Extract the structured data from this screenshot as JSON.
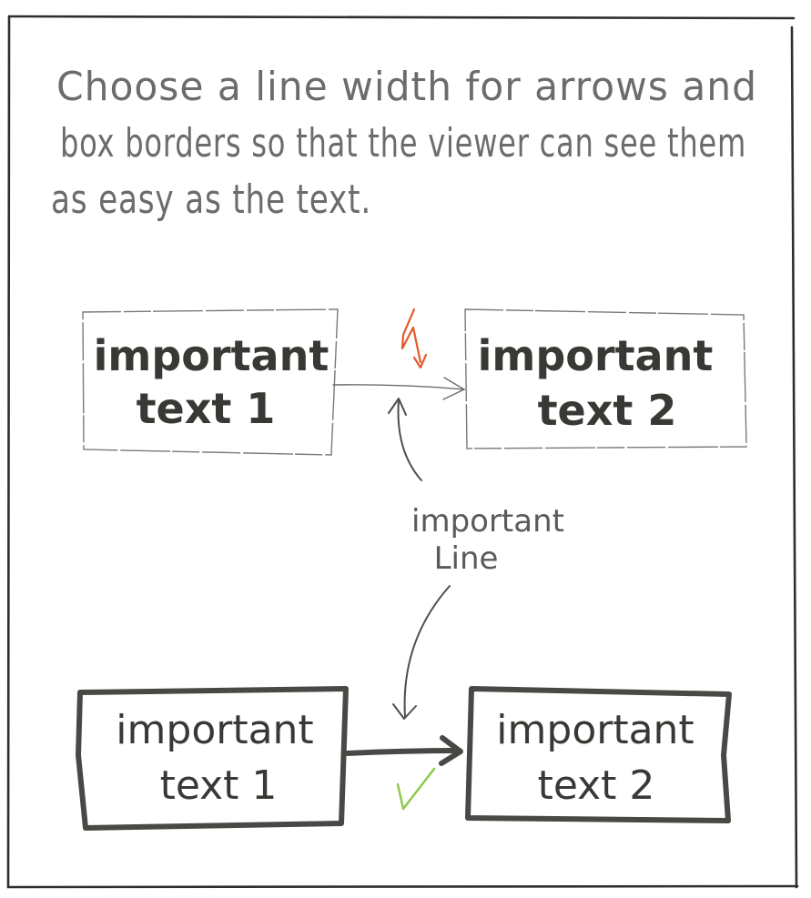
{
  "note": {
    "lines": [
      "Choose a line width for arrows and",
      "box borders so that the viewer can see them",
      "as easy as the text."
    ]
  },
  "top_row": {
    "box_1": {
      "line1": "important",
      "line2": "text 1"
    },
    "box_2": {
      "line1": "important",
      "line2": "text 2"
    }
  },
  "label": {
    "line1": "important",
    "line2": "Line"
  },
  "bottom_row": {
    "box_1": {
      "line1": "important",
      "line2": "text 1"
    },
    "box_2": {
      "line1": "important",
      "line2": "text 2"
    }
  },
  "colors": {
    "bad_mark": "#e2592b",
    "good_mark": "#8cc84a",
    "ink": "#3a3835",
    "pencil": "#6c6c6c"
  },
  "icons": {
    "bad_mark": "lightning-bolt-icon",
    "good_mark": "checkmark-icon"
  }
}
